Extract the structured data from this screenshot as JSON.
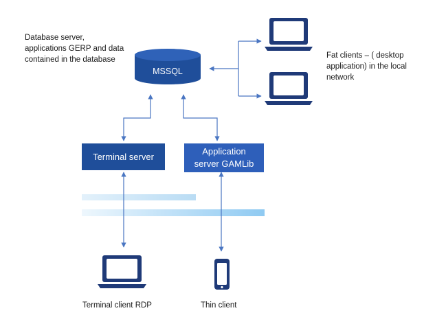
{
  "annotations": {
    "database_server": "Database server,\napplications GERP and data\ncontained in the database",
    "fat_clients": "Fat clients – ( desktop\napplication) in the local\nnetwork"
  },
  "nodes": {
    "mssql": "MSSQL",
    "terminal_server": "Terminal server",
    "application_server": "Application\nserver GAMLib"
  },
  "labels": {
    "terminal_client": "Terminal client RDP",
    "thin_client": "Thin client"
  },
  "colors": {
    "box_fill": "#1f4e9a",
    "app_box_fill": "#2e5fba",
    "arrow": "#4a76c2",
    "outline": "#1f3a78"
  },
  "icons": [
    "database-icon",
    "laptop-icon",
    "smartphone-icon"
  ]
}
